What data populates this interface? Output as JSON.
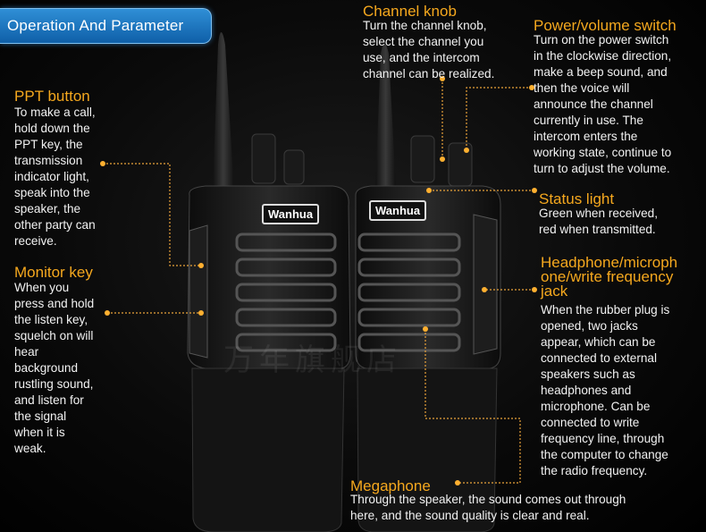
{
  "header": {
    "title": "Operation And Parameter"
  },
  "brand": {
    "logo_left": "Wanhua",
    "logo_right": "Wanhua"
  },
  "watermark": "万年旗舰店",
  "callouts": {
    "ppt": {
      "title": "PPT button",
      "text": "To make a call,\nhold down the\nPPT key, the\ntransmission\nindicator light,\nspeak into the\nspeaker, the\nother party can\nreceive."
    },
    "monitor": {
      "title": "Monitor key",
      "text": "When you\npress and hold\nthe listen key,\nsquelch on will\nhear\nbackground\nrustling sound,\nand listen for\nthe signal\nwhen it is\nweak."
    },
    "channel": {
      "title": "Channel knob",
      "text": "Turn the channel knob,\nselect the channel you\nuse, and the intercom\nchannel can be realized."
    },
    "power": {
      "title": "Power/volume switch",
      "text": "Turn on the power switch\nin the clockwise direction,\nmake a beep sound, and\nthen the voice will\nannounce the channel\ncurrently in use. The\nintercom enters the\nworking state, continue to\nturn to adjust the volume."
    },
    "status": {
      "title": "Status light",
      "text": "Green when received,\nred when transmitted."
    },
    "headphone": {
      "title": "Headphone/microph\none/write frequency\njack",
      "text": "When the rubber plug is\nopened, two jacks\nappear, which can be\nconnected to external\nspeakers such as\nheadphones and\nmicrophone. Can be\nconnected to write\nfrequency line, through\nthe computer to change\nthe radio frequency."
    },
    "megaphone": {
      "title": "Megaphone",
      "text": "Through the speaker, the sound comes out through\nhere, and the sound quality is clear and real."
    }
  }
}
